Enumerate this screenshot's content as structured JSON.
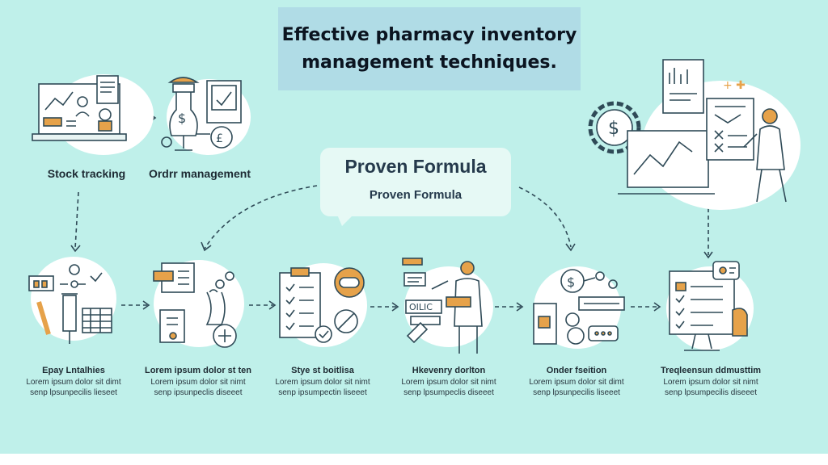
{
  "title": "Effective pharmacy inventory\nmanagement techniques.",
  "top_labels": {
    "stock_tracking": "Stock tracking",
    "order_management": "Ordrr management"
  },
  "center": {
    "heading": "Proven Formula",
    "subheading": "Proven Formula"
  },
  "steps": [
    {
      "title": "Epay Lntalhies",
      "desc": "Lorem ipsum dolor sit dimt\nsenp lpsunpecilis lieseet"
    },
    {
      "title": "Lorem ipsum dolor st ten",
      "desc": "Lorem ipsum dolor sit nimt\nsenp ipsunpeclis diseeet"
    },
    {
      "title": "Stye st boitlisa",
      "desc": "Lorem ipsum dolor sit nimt\nsenp ipsumpectin liseeet"
    },
    {
      "title": "Hkevenry dorlton",
      "desc": "Lorem ipsum dolor sit nimt\nsenp lpsumpeclis diseeet"
    },
    {
      "title": "Onder fseition",
      "desc": "Lorem ipsum dolor sit dimt\nsenp lpsunpecilis liseeet"
    },
    {
      "title": "Treqleensun ddmusttim",
      "desc": "Lorem ipsum dolor sit nimt\nsenp lpsumpecilis diseeet"
    }
  ],
  "colors": {
    "background": "#bff0ea",
    "title_box": "#b0dce6",
    "accent_orange": "#e6a24a",
    "line": "#2f4a57"
  }
}
